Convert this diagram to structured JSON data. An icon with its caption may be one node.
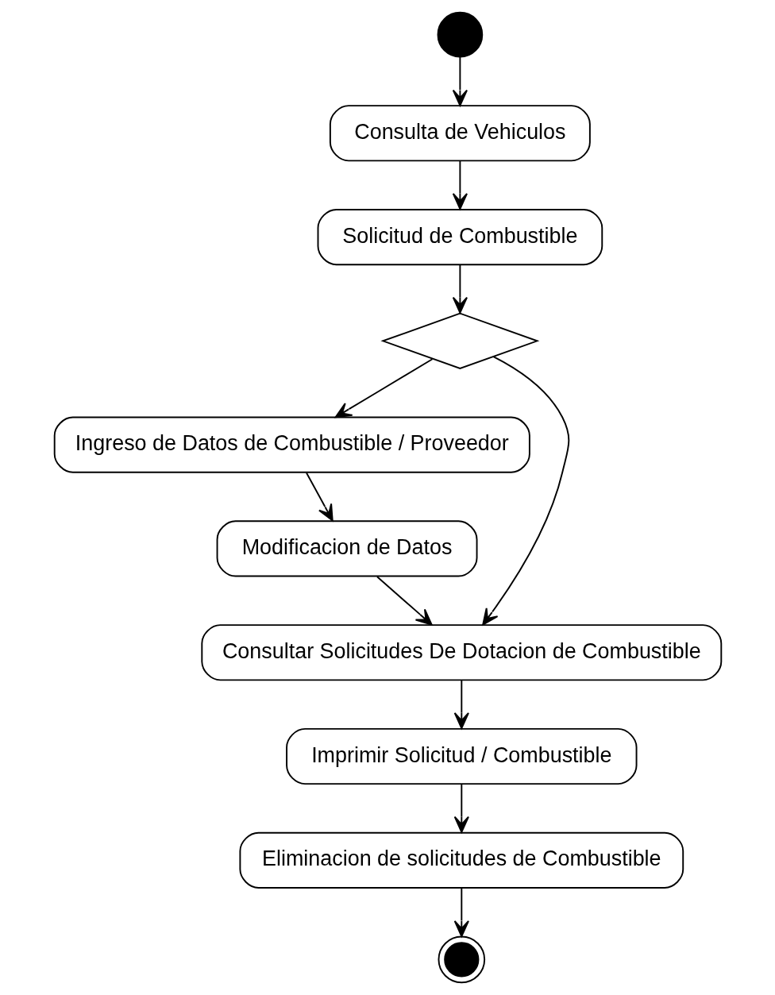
{
  "diagram": {
    "nodes": [
      {
        "text": [],
        "shape": "circle"
      },
      {
        "text": [
          "Consulta de Vehiculos"
        ]
      },
      {
        "text": [
          "Solicitud de Combustible"
        ]
      },
      {
        "text": [],
        "shape": "diamond"
      },
      {
        "text": [
          "Ingreso de Datos de Combustible / Proveedor"
        ]
      },
      {
        "text": [
          "Modificacion de Datos"
        ]
      },
      {
        "text": [
          "Consultar Solicitudes De Dotacion de Combustible"
        ]
      },
      {
        "text": [
          "Imprimir Solicitud / Combustible"
        ]
      },
      {
        "text": [
          "Eliminacion de solicitudes de Combustible"
        ]
      },
      {
        "text": [],
        "shape": "circle"
      }
    ],
    "edges": [
      {
        "from": 0,
        "to": 1,
        "arrow": "to"
      },
      {
        "from": 1,
        "to": 2,
        "arrow": "to"
      },
      {
        "from": 2,
        "to": 3,
        "arrow": "to"
      },
      {
        "from": 3,
        "to": 4,
        "arrow": "to"
      },
      {
        "from": 3,
        "to": 6,
        "arrow": "to"
      },
      {
        "from": 4,
        "to": 5,
        "arrow": "to"
      },
      {
        "from": 5,
        "to": 6,
        "arrow": "to"
      },
      {
        "from": 6,
        "to": 7,
        "arrow": "to"
      },
      {
        "from": 7,
        "to": 8,
        "arrow": "to"
      },
      {
        "from": 8,
        "to": 9,
        "arrow": "to"
      }
    ]
  }
}
